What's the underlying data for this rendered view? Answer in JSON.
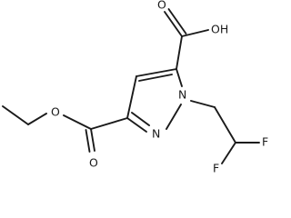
{
  "atoms": {
    "oxygen_acid_carbonyl": "O",
    "oxygen_acid_hydroxyl": "OH",
    "oxygen_ester_carbonyl": "O",
    "oxygen_ester_link": "O",
    "nitrogen_1": "N",
    "nitrogen_2": "N",
    "fluorine_1": "F",
    "fluorine_2": "F"
  }
}
